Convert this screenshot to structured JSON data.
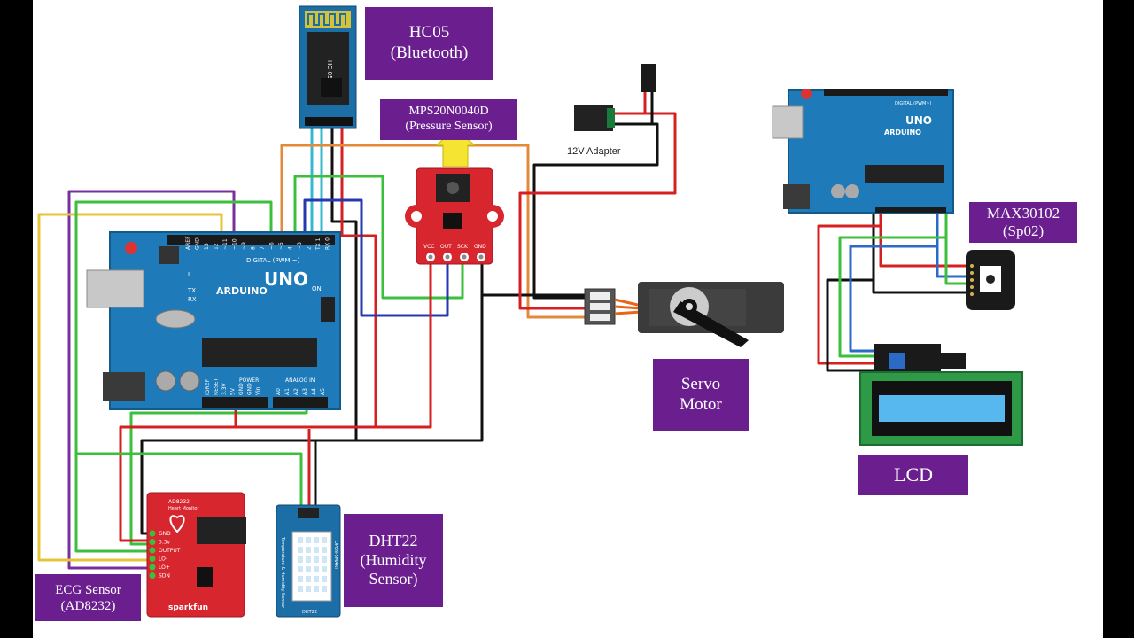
{
  "labels": {
    "hc05": [
      "HC05",
      "(Bluetooth)"
    ],
    "pressure": [
      "MPS20N0040D",
      "(Pressure Sensor)"
    ],
    "max30102": [
      "MAX30102",
      "(Sp02)"
    ],
    "servo": [
      "Servo",
      "Motor"
    ],
    "lcd": [
      "LCD"
    ],
    "dht22": [
      "DHT22",
      "(Humidity",
      "Sensor)"
    ],
    "ecg": [
      "ECG Sensor",
      "(AD8232)"
    ]
  },
  "adapter_label": "12V Adapter",
  "arduino_left": {
    "brand": "ARDUINO",
    "model": "UNO",
    "digital_header": "DIGITAL (PWM ~)",
    "power_header": "POWER",
    "analog_header": "ANALOG IN",
    "digital_pins": [
      "AREF",
      "GND",
      "13",
      "12",
      "~11",
      "~10",
      "~9",
      "8",
      "7",
      "~6",
      "~5",
      "4",
      "~3",
      "2",
      "TX 1",
      "RX 0"
    ],
    "power_pins": [
      "IOREF",
      "RESET",
      "3.3V",
      "5V",
      "GND",
      "GND",
      "Vin"
    ],
    "analog_pins": [
      "A0",
      "A1",
      "A2",
      "A3",
      "A4",
      "A5"
    ],
    "on_label": "ON",
    "tx_label": "TX",
    "rx_label": "RX",
    "l_label": "L"
  },
  "arduino_right": {
    "brand": "ARDUINO",
    "model": "UNO",
    "digital_header": "DIGITAL (PWM~)"
  },
  "pressure_pins": [
    "VCC",
    "OUT",
    "SCK",
    "GND"
  ],
  "hc05_silk": "HC-05",
  "ecg_board": {
    "title": "AD8232",
    "subtitle": "Heart Monitor",
    "brand": "sparkfun",
    "pins": [
      "GND",
      "3.3v",
      "OUTPUT",
      "LO-",
      "LO+",
      "SDN"
    ]
  },
  "dht_board": {
    "side_text": "Temperature & Humidity Sensor",
    "brand": "OPEN-SMART",
    "model": "DHT22"
  }
}
